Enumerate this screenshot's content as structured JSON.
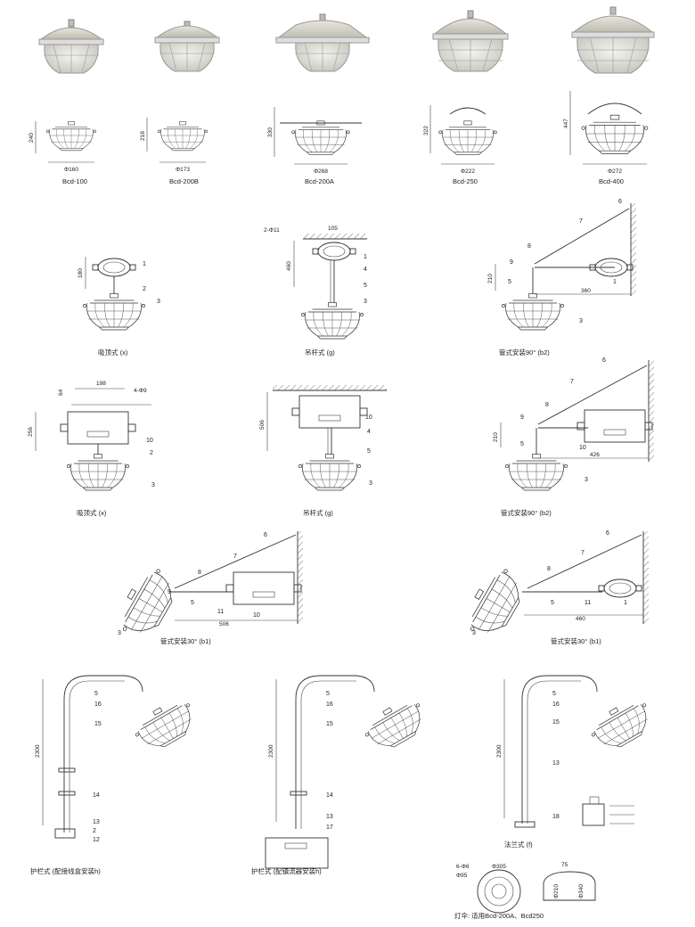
{
  "photos": [
    "lamp-photo-1",
    "lamp-photo-2",
    "lamp-photo-3",
    "lamp-photo-4",
    "lamp-photo-5"
  ],
  "models": [
    {
      "name": "Bcd-100",
      "height": "240",
      "dia": "Φ160"
    },
    {
      "name": "Bcd-200B",
      "height": "218",
      "dia": "Φ173"
    },
    {
      "name": "Bcd-200A",
      "height": "330",
      "dia": "Φ268"
    },
    {
      "name": "Bcd-250",
      "height": "322",
      "dia": "Φ222"
    },
    {
      "name": "Bcd-400",
      "height": "447",
      "dia": "Φ272"
    }
  ],
  "captions": {
    "ceiling_a": "吸顶式 (x)",
    "pendant_a": "吊杆式 (g)",
    "wall90_a": "管式安装90° (b2)",
    "ceiling_b": "吸顶式 (x)",
    "pendant_b": "吊杆式 (g)",
    "wall90_b": "管式安装90° (b2)",
    "wall30_a": "管式安装30° (b1)",
    "wall30_b": "管式安装30° (b1)",
    "pole_a": "护栏式 (配接线盒安装h)",
    "pole_b": "护栏式 (配镇流器安装h)",
    "flange": "法兰式 (f)",
    "lampcap": "灯伞: 适用Bcd-200A、Bcd250"
  },
  "dims": {
    "d180": "180",
    "d2phi11": "2-Φ11",
    "d105": "105",
    "d460": "460",
    "d210": "210",
    "d360": "360",
    "d198": "198",
    "d4phi9": "4-Φ9",
    "d64": "64",
    "d256": "256",
    "d506": "506",
    "d426": "426",
    "d460b": "460",
    "d2300": "2300",
    "cap_top": "Φ305",
    "cap_mid": "Φ95",
    "cap_hole": "6-Φ6",
    "cap_w": "75",
    "cap_h1": "Φ210",
    "cap_h2": "Φ340"
  },
  "parts": [
    "1",
    "2",
    "3",
    "4",
    "5",
    "6",
    "7",
    "8",
    "9",
    "10",
    "11",
    "12",
    "13",
    "14",
    "15",
    "16",
    "17",
    "18"
  ]
}
